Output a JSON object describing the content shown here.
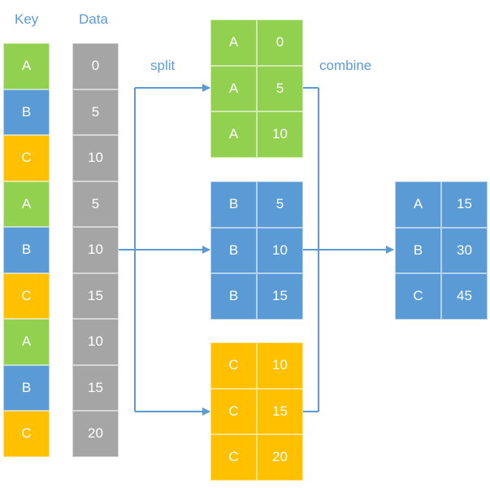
{
  "headers": {
    "key": "Key",
    "data": "Data"
  },
  "arrow_labels": {
    "split": "split",
    "combine": "combine"
  },
  "colors": {
    "A": "#92d050",
    "B": "#5b9bd5",
    "C": "#ffc000",
    "data": "#a5a5a5",
    "arrow": "#5b9bd5"
  },
  "source": {
    "keys": [
      "A",
      "B",
      "C",
      "A",
      "B",
      "C",
      "A",
      "B",
      "C"
    ],
    "values": [
      "0",
      "5",
      "10",
      "5",
      "10",
      "15",
      "10",
      "15",
      "20"
    ]
  },
  "groups": [
    {
      "key": "A",
      "rows": [
        [
          "A",
          "0"
        ],
        [
          "A",
          "5"
        ],
        [
          "A",
          "10"
        ]
      ]
    },
    {
      "key": "B",
      "rows": [
        [
          "B",
          "5"
        ],
        [
          "B",
          "10"
        ],
        [
          "B",
          "15"
        ]
      ]
    },
    {
      "key": "C",
      "rows": [
        [
          "C",
          "10"
        ],
        [
          "C",
          "15"
        ],
        [
          "C",
          "20"
        ]
      ]
    }
  ],
  "result": [
    [
      "A",
      "15"
    ],
    [
      "B",
      "30"
    ],
    [
      "C",
      "45"
    ]
  ]
}
